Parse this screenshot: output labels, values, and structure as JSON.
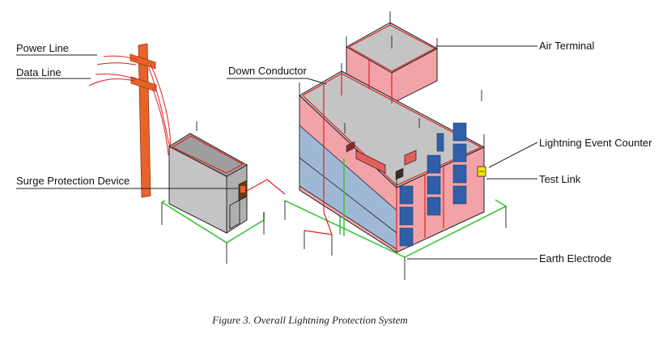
{
  "labels": {
    "power_line": "Power Line",
    "data_line": "Data Line",
    "down_conductor": "Down Conductor",
    "air_terminal": "Air Terminal",
    "lightning_event_counter": "Lightning Event Counter",
    "test_link": "Test Link",
    "surge_protection_device": "Surge Protection Device",
    "earth_electrode": "Earth Electrode"
  },
  "caption": "Figure 3. Overall Lightning Protection System",
  "colors": {
    "pole": "#e8632a",
    "conductor": "#e02020",
    "earth": "#3ec43e",
    "roof": "#c4c4c4",
    "wall_pink": "#f2a3a8",
    "glass": "#9fb8d6",
    "window": "#2f5fa8",
    "counter": "#f2e600"
  }
}
